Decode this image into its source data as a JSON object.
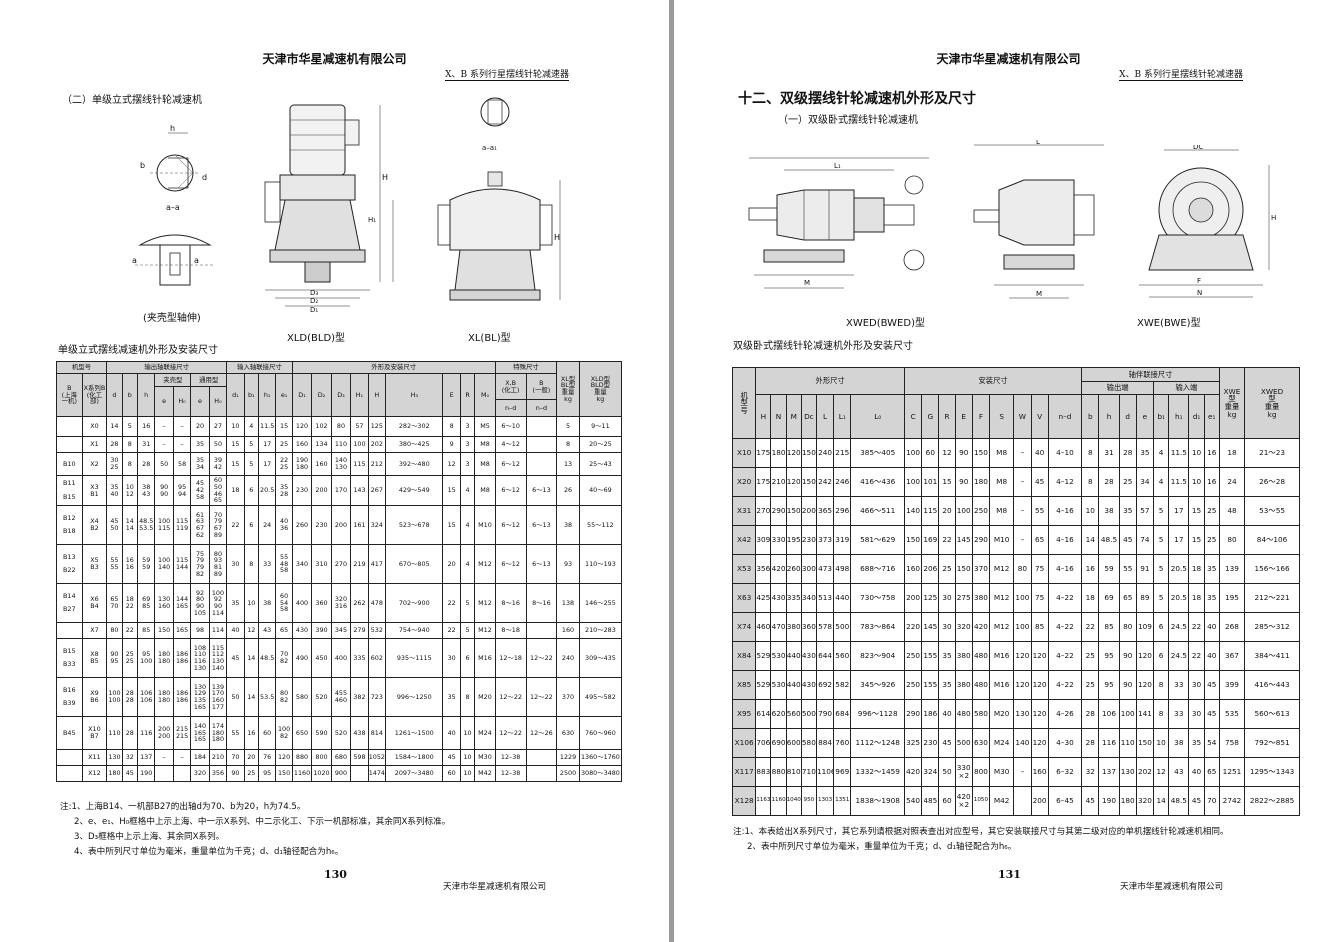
{
  "left": {
    "company": "天津市华星减速机有限公司",
    "series": "X、B 系列行星摆线针轮减速器",
    "section_title": "（二）单级立式摆线针轮减速机",
    "fig_label_small": "(夹壳型轴伸)",
    "fig_label_xld": "XLD(BLD)型",
    "fig_label_xl": "XL(BL)型",
    "table_title": "单级立式摆线减速机外形及安装尺寸",
    "table": {
      "group_headers": {
        "model": "机型号",
        "output": "输出轴联接尺寸",
        "input": "输入轴联接尺寸",
        "outline": "外形及安装尺寸",
        "special": "特殊尺寸",
        "weight_xl": "XL型\nBL型\n重量\nkg",
        "weight_xld": "XLD型\nBLD型\n重量\nkg"
      },
      "sub_headers": {
        "b_series": "B\n(上海\n一机)",
        "x_series": "X系列B\n(化工\n部)",
        "d": "d",
        "b": "b",
        "h": "h",
        "clamp": "夹壳型",
        "general": "通用型",
        "e_clamp": "e",
        "h0_clamp": "H₀",
        "e_gen": "e",
        "h0_gen": "H₀",
        "d1": "d₁",
        "b1": "b₁",
        "h1": "h₁",
        "e1": "e₁",
        "D1": "D₁",
        "D2": "D₂",
        "D3": "D₃",
        "H1": "H₁",
        "H": "H",
        "Hs": "H₃",
        "E": "E",
        "R": "R",
        "M0": "M₀",
        "nd": "n–d",
        "xb": "X,B\n(化工)",
        "bsp": "B\n(一般)",
        "nd_xb": "n–d",
        "nd_b": "n–d"
      },
      "rows": [
        [
          "",
          "X0",
          "14",
          "5",
          "16",
          "–",
          "–",
          "20",
          "27",
          "10",
          "4",
          "11.5",
          "15",
          "120",
          "102",
          "80",
          "57",
          "125",
          "282～302",
          "8",
          "3",
          "M5",
          "6～10",
          "",
          "5",
          "9～11"
        ],
        [
          "",
          "X1",
          "28",
          "8",
          "31",
          "–",
          "–",
          "35",
          "50",
          "15",
          "5",
          "17",
          "25",
          "160",
          "134",
          "110",
          "100",
          "202",
          "380～425",
          "9",
          "3",
          "M8",
          "4～12",
          "",
          "8",
          "20～25"
        ],
        [
          "B10",
          "X2",
          "30\n25",
          "8",
          "28",
          "50",
          "58",
          "35\n34",
          "39\n42",
          "15",
          "5",
          "17",
          "22\n25",
          "190\n180",
          "160",
          "140\n130",
          "115",
          "212",
          "392～480",
          "12",
          "3",
          "M8",
          "6～12",
          "",
          "13",
          "25～43"
        ],
        [
          "B11\n\nB15",
          "X3\nB1",
          "35\n40",
          "10\n12",
          "38\n43",
          "90\n90",
          "95\n94",
          "45\n42\n58",
          "60\n50\n46\n65",
          "18",
          "6",
          "20.5",
          "35\n28",
          "230",
          "200",
          "170",
          "143",
          "267",
          "429～549",
          "15",
          "4",
          "M8",
          "6～12",
          "6～13",
          "26",
          "40～69"
        ],
        [
          "B12\n\nB18",
          "X4\nB2",
          "45\n50",
          "14\n14",
          "48.5\n53.5",
          "100\n115",
          "115\n119",
          "61\n63\n67\n62",
          "70\n79\n67\n89",
          "22",
          "6",
          "24",
          "40\n36",
          "260",
          "230",
          "200",
          "161",
          "324",
          "523～678",
          "15",
          "4",
          "M10",
          "6～12",
          "6～13",
          "38",
          "55～112"
        ],
        [
          "B13\n\nB22",
          "X5\nB3",
          "55\n55",
          "16\n16",
          "59\n59",
          "100\n140",
          "115\n144",
          "75\n79\n79\n82",
          "80\n93\n81\n89",
          "30",
          "8",
          "33",
          "55\n48\n58",
          "340",
          "310",
          "270",
          "219",
          "417",
          "670～805",
          "20",
          "4",
          "M12",
          "6～12",
          "6～13",
          "93",
          "110～193"
        ],
        [
          "B14\n\nB27",
          "X6\nB4",
          "65\n70",
          "18\n22",
          "69\n85",
          "130\n160",
          "144\n165",
          "92\n80\n90\n105",
          "100\n92\n90\n114",
          "35",
          "10",
          "38",
          "60\n54\n58",
          "400",
          "360",
          "320\n316",
          "262",
          "478",
          "702～900",
          "22",
          "5",
          "M12",
          "8～16",
          "8～16",
          "138",
          "146～255"
        ],
        [
          "",
          "X7",
          "80",
          "22",
          "85",
          "150",
          "165",
          "98",
          "114",
          "40",
          "12",
          "43",
          "65",
          "430",
          "390",
          "345",
          "279",
          "532",
          "754～940",
          "22",
          "5",
          "M12",
          "8～18",
          "",
          "160",
          "210～283"
        ],
        [
          "B15\n\nB33",
          "X8\nB5",
          "90\n95",
          "25\n25",
          "95\n100",
          "180\n180",
          "186\n186",
          "108\n110\n116\n130",
          "115\n112\n130\n140",
          "45",
          "14",
          "48.5",
          "70\n82",
          "490",
          "450",
          "400",
          "335",
          "602",
          "935～1115",
          "30",
          "6",
          "M16",
          "12～18",
          "12～22",
          "240",
          "309～435"
        ],
        [
          "B16\n\nB39",
          "X9\nB6",
          "100\n100",
          "28\n28",
          "106\n106",
          "180\n180",
          "186\n186",
          "130\n129\n135\n165",
          "139\n170\n160\n177",
          "50",
          "14",
          "53.5",
          "80\n82",
          "580",
          "520",
          "455\n460",
          "382",
          "723",
          "996～1250",
          "35",
          "8",
          "M20",
          "12～22",
          "12～22",
          "370",
          "495～582"
        ],
        [
          "B45",
          "X10\nB7",
          "110",
          "28",
          "116",
          "200\n200",
          "215\n215",
          "140\n165\n165",
          "174\n180\n180",
          "55",
          "16",
          "60",
          "100\n82",
          "650",
          "590",
          "520",
          "438",
          "814",
          "1261～1500",
          "40",
          "10",
          "M24",
          "12～22",
          "12～26",
          "630",
          "760～960"
        ],
        [
          "",
          "X11",
          "130",
          "32",
          "137",
          "–",
          "–",
          "184",
          "210",
          "70",
          "20",
          "76",
          "120",
          "880",
          "800",
          "680",
          "598",
          "1052",
          "1584～1800",
          "45",
          "10",
          "M30",
          "12–38",
          "",
          "1229",
          "1360～1760"
        ],
        [
          "",
          "X12",
          "180",
          "45",
          "190",
          "",
          "",
          "320",
          "356",
          "90",
          "25",
          "95",
          "150",
          "1160",
          "1020",
          "900",
          "",
          "1474",
          "2097～3480",
          "60",
          "10",
          "M42",
          "12–38",
          "",
          "2500",
          "3080～3480"
        ]
      ]
    },
    "notes": [
      "注:1、上海B14、一机部B27的出轴d为70、b为20，h为74.5。",
      "2、e、e₁、H₀框格中上示上海、中一示X系列、中二示化工、下示一机部标准，其余同X系列标准。",
      "3、D₃框格中上示上海、其余同X系列。",
      "4、表中所列尺寸单位为毫米，重量单位为千克；d、d₁轴径配合为h₆。"
    ],
    "page_number": "130",
    "footer": "天津市华星减速机有限公司"
  },
  "right": {
    "company": "天津市华星减速机有限公司",
    "series": "X、B 系列行星摆线针轮减速器",
    "chapter_title": "十二、双级摆线针轮减速机外形及尺寸",
    "section_title": "（一）双级卧式摆线针轮减速机",
    "fig_label_xwed": "XWED(BWED)型",
    "fig_label_xwe": "XWE(BWE)型",
    "table_title": "双级卧式摆线针轮减速机外形及安装尺寸",
    "table": {
      "group_headers": {
        "model": "机\n型\n号",
        "outline": "外形尺寸",
        "install": "安装尺寸",
        "shaft": "轴伴联接尺寸",
        "out_end": "输出端",
        "in_end": "输入端",
        "weight_xwe": "XWE\n型\n重量\nkg",
        "weight_xwed": "XWED\n型\n重量\nkg"
      },
      "sub_headers": [
        "H",
        "N",
        "M",
        "Dc",
        "L",
        "L₁",
        "L₀",
        "C",
        "G",
        "R",
        "E",
        "F",
        "S",
        "W",
        "V",
        "n–d",
        "b",
        "h",
        "d",
        "e",
        "b₁",
        "h₁",
        "d₁",
        "e₁"
      ],
      "rows": [
        [
          "X10",
          "175",
          "180",
          "120",
          "150",
          "240",
          "215",
          "385～405",
          "100",
          "60",
          "12",
          "90",
          "150",
          "M8",
          "–",
          "40",
          "4–10",
          "8",
          "31",
          "28",
          "35",
          "4",
          "11.5",
          "10",
          "16",
          "18",
          "21～23"
        ],
        [
          "X20",
          "175",
          "210",
          "120",
          "150",
          "242",
          "246",
          "416～436",
          "100",
          "101",
          "15",
          "90",
          "180",
          "M8",
          "–",
          "45",
          "4–12",
          "8",
          "28",
          "25",
          "34",
          "4",
          "11.5",
          "10",
          "16",
          "24",
          "26～28"
        ],
        [
          "X31",
          "270",
          "290",
          "150",
          "200",
          "365",
          "296",
          "466～511",
          "140",
          "115",
          "20",
          "100",
          "250",
          "M8",
          "–",
          "55",
          "4–16",
          "10",
          "38",
          "35",
          "57",
          "5",
          "17",
          "15",
          "25",
          "48",
          "53～55"
        ],
        [
          "X42",
          "309",
          "330",
          "195",
          "230",
          "373",
          "319",
          "581～629",
          "150",
          "169",
          "22",
          "145",
          "290",
          "M10",
          "–",
          "65",
          "4–16",
          "14",
          "48.5",
          "45",
          "74",
          "5",
          "17",
          "15",
          "25",
          "80",
          "84～106"
        ],
        [
          "X53",
          "356",
          "420",
          "260",
          "300",
          "473",
          "498",
          "688～716",
          "160",
          "206",
          "25",
          "150",
          "370",
          "M12",
          "80",
          "75",
          "4–16",
          "16",
          "59",
          "55",
          "91",
          "5",
          "20.5",
          "18",
          "35",
          "139",
          "156～166"
        ],
        [
          "X63",
          "425",
          "430",
          "335",
          "340",
          "513",
          "440",
          "730～758",
          "200",
          "125",
          "30",
          "275",
          "380",
          "M12",
          "100",
          "75",
          "4–22",
          "18",
          "69",
          "65",
          "89",
          "5",
          "20.5",
          "18",
          "35",
          "195",
          "212～221"
        ],
        [
          "X74",
          "460",
          "470",
          "380",
          "360",
          "578",
          "500",
          "783～864",
          "220",
          "145",
          "30",
          "320",
          "420",
          "M12",
          "100",
          "85",
          "4–22",
          "22",
          "85",
          "80",
          "109",
          "6",
          "24.5",
          "22",
          "40",
          "268",
          "285～312"
        ],
        [
          "X84",
          "529",
          "530",
          "440",
          "430",
          "644",
          "560",
          "823～904",
          "250",
          "155",
          "35",
          "380",
          "480",
          "M16",
          "120",
          "120",
          "4–22",
          "25",
          "95",
          "90",
          "120",
          "6",
          "24.5",
          "22",
          "40",
          "367",
          "384～411"
        ],
        [
          "X85",
          "529",
          "530",
          "440",
          "430",
          "692",
          "582",
          "345～926",
          "250",
          "155",
          "35",
          "380",
          "480",
          "M16",
          "120",
          "120",
          "4–22",
          "25",
          "95",
          "90",
          "120",
          "8",
          "33",
          "30",
          "45",
          "399",
          "416～443"
        ],
        [
          "X95",
          "614",
          "620",
          "560",
          "500",
          "790",
          "684",
          "996～1128",
          "290",
          "186",
          "40",
          "480",
          "580",
          "M20",
          "130",
          "120",
          "4–26",
          "28",
          "106",
          "100",
          "141",
          "8",
          "33",
          "30",
          "45",
          "535",
          "560～613"
        ],
        [
          "X106",
          "706",
          "690",
          "600",
          "580",
          "884",
          "760",
          "1112～1248",
          "325",
          "230",
          "45",
          "500",
          "630",
          "M24",
          "140",
          "120",
          "4–30",
          "28",
          "116",
          "110",
          "150",
          "10",
          "38",
          "35",
          "54",
          "758",
          "792～851"
        ],
        [
          "X117",
          "883",
          "880",
          "810",
          "710",
          "1106",
          "969",
          "1332～1459",
          "420",
          "324",
          "50",
          "330\n×2",
          "800",
          "M30",
          "–",
          "160",
          "6–32",
          "32",
          "137",
          "130",
          "202",
          "12",
          "43",
          "40",
          "65",
          "1251",
          "1295～1343"
        ],
        [
          "X128",
          "1163",
          "1160",
          "1040",
          "950",
          "1303",
          "1351",
          "1838～1908",
          "540",
          "485",
          "60",
          "420\n×2",
          "1050",
          "M42",
          "",
          "200",
          "6–45",
          "45",
          "190",
          "180",
          "320",
          "14",
          "48.5",
          "45",
          "70",
          "2742",
          "2822～2885"
        ]
      ]
    },
    "notes": [
      "注:1、本表给出X系列尺寸，其它系列请根据对照表查出对应型号，其它安装联接尺寸与其第二级对应的单机摆线针轮减速机相同。",
      "2、表中所列尺寸单位为毫米，重量单位为千克；d、d₁轴径配合为h₆。"
    ],
    "page_number": "131",
    "footer": "天津市华星减速机有限公司"
  }
}
